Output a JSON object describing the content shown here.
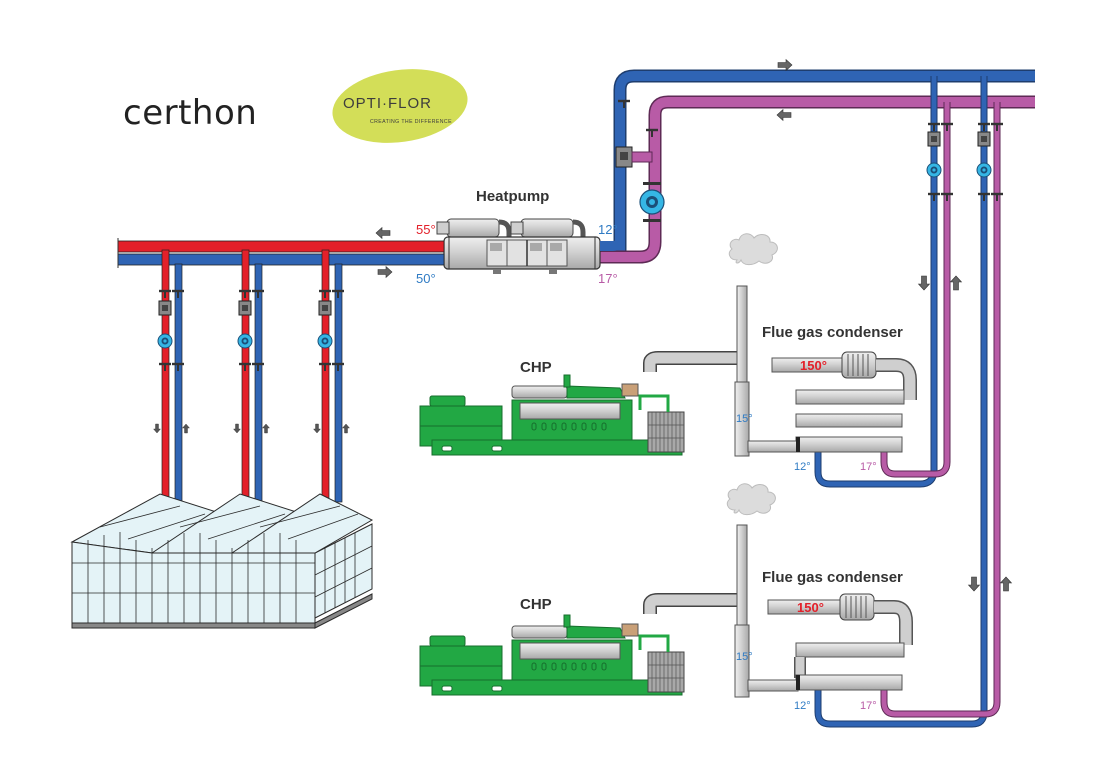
{
  "logos": {
    "certhon": "certhon",
    "optiflor_main": "OPTI·FLOR",
    "optiflor_tagline": "CREATING THE DIFFERENCE"
  },
  "labels": {
    "heatpump": "Heatpump",
    "chp_1": "CHP",
    "chp_2": "CHP",
    "flue_gas_condenser_1": "Flue gas condenser",
    "flue_gas_condenser_2": "Flue gas condenser"
  },
  "temperatures": {
    "heatpump_hot_out": "55°",
    "heatpump_return_in": "50°",
    "heatpump_source_in": "12°",
    "heatpump_source_out": "17°",
    "condenser1_flue_in": "150°",
    "condenser1_flue_out": "15°",
    "condenser1_water_in": "12°",
    "condenser1_water_out": "17°",
    "condenser2_flue_in": "150°",
    "condenser2_flue_out": "15°",
    "condenser2_water_in": "12°",
    "condenser2_water_out": "17°"
  },
  "colors": {
    "hot_pipe": "#e3202a",
    "cold_pipe": "#2f64b4",
    "source_return_pipe": "#b85ba6",
    "pump": "#35b6e5",
    "engine": "#22a844",
    "equipment_gray": "#c8c8c8",
    "greenhouse_glass": "#e4f3f7",
    "optiflor_badge": "#d3de58",
    "temp_red": "#e3202a",
    "temp_blue": "#2f7bc4",
    "temp_purple": "#b85ba6",
    "arrow": "#555555"
  },
  "icons": {
    "flow_arrow": "arrow-icon",
    "pump": "pump-icon",
    "valve": "valve-icon",
    "smoke": "smoke-icon"
  }
}
